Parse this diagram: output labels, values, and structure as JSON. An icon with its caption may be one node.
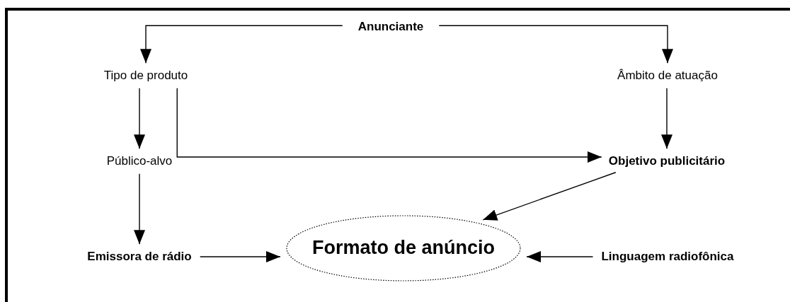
{
  "diagram": {
    "nodes": [
      {
        "text": [
          "Anunciante"
        ]
      },
      {
        "text": [
          "Tipo de produto"
        ]
      },
      {
        "text": [
          "Âmbito de atuação"
        ]
      },
      {
        "text": [
          "Público-alvo"
        ]
      },
      {
        "text": [
          "Objetivo publicitário"
        ]
      },
      {
        "text": [
          "Emissora de rádio"
        ]
      },
      {
        "text": [
          "Formato de anúncio"
        ]
      },
      {
        "text": [
          "Linguagem radiofônica"
        ]
      }
    ],
    "edges": [
      {
        "from": 0,
        "to": 1,
        "arrow": "to"
      },
      {
        "from": 0,
        "to": 2,
        "arrow": "to"
      },
      {
        "from": 1,
        "to": 3,
        "arrow": "to"
      },
      {
        "from": 1,
        "to": 4,
        "arrow": "to"
      },
      {
        "from": 2,
        "to": 4,
        "arrow": "to"
      },
      {
        "from": 3,
        "to": 5,
        "arrow": "to"
      },
      {
        "from": 4,
        "to": 6,
        "arrow": "to"
      },
      {
        "from": 5,
        "to": 6,
        "arrow": "to"
      },
      {
        "from": 7,
        "to": 6,
        "arrow": "to"
      }
    ]
  }
}
